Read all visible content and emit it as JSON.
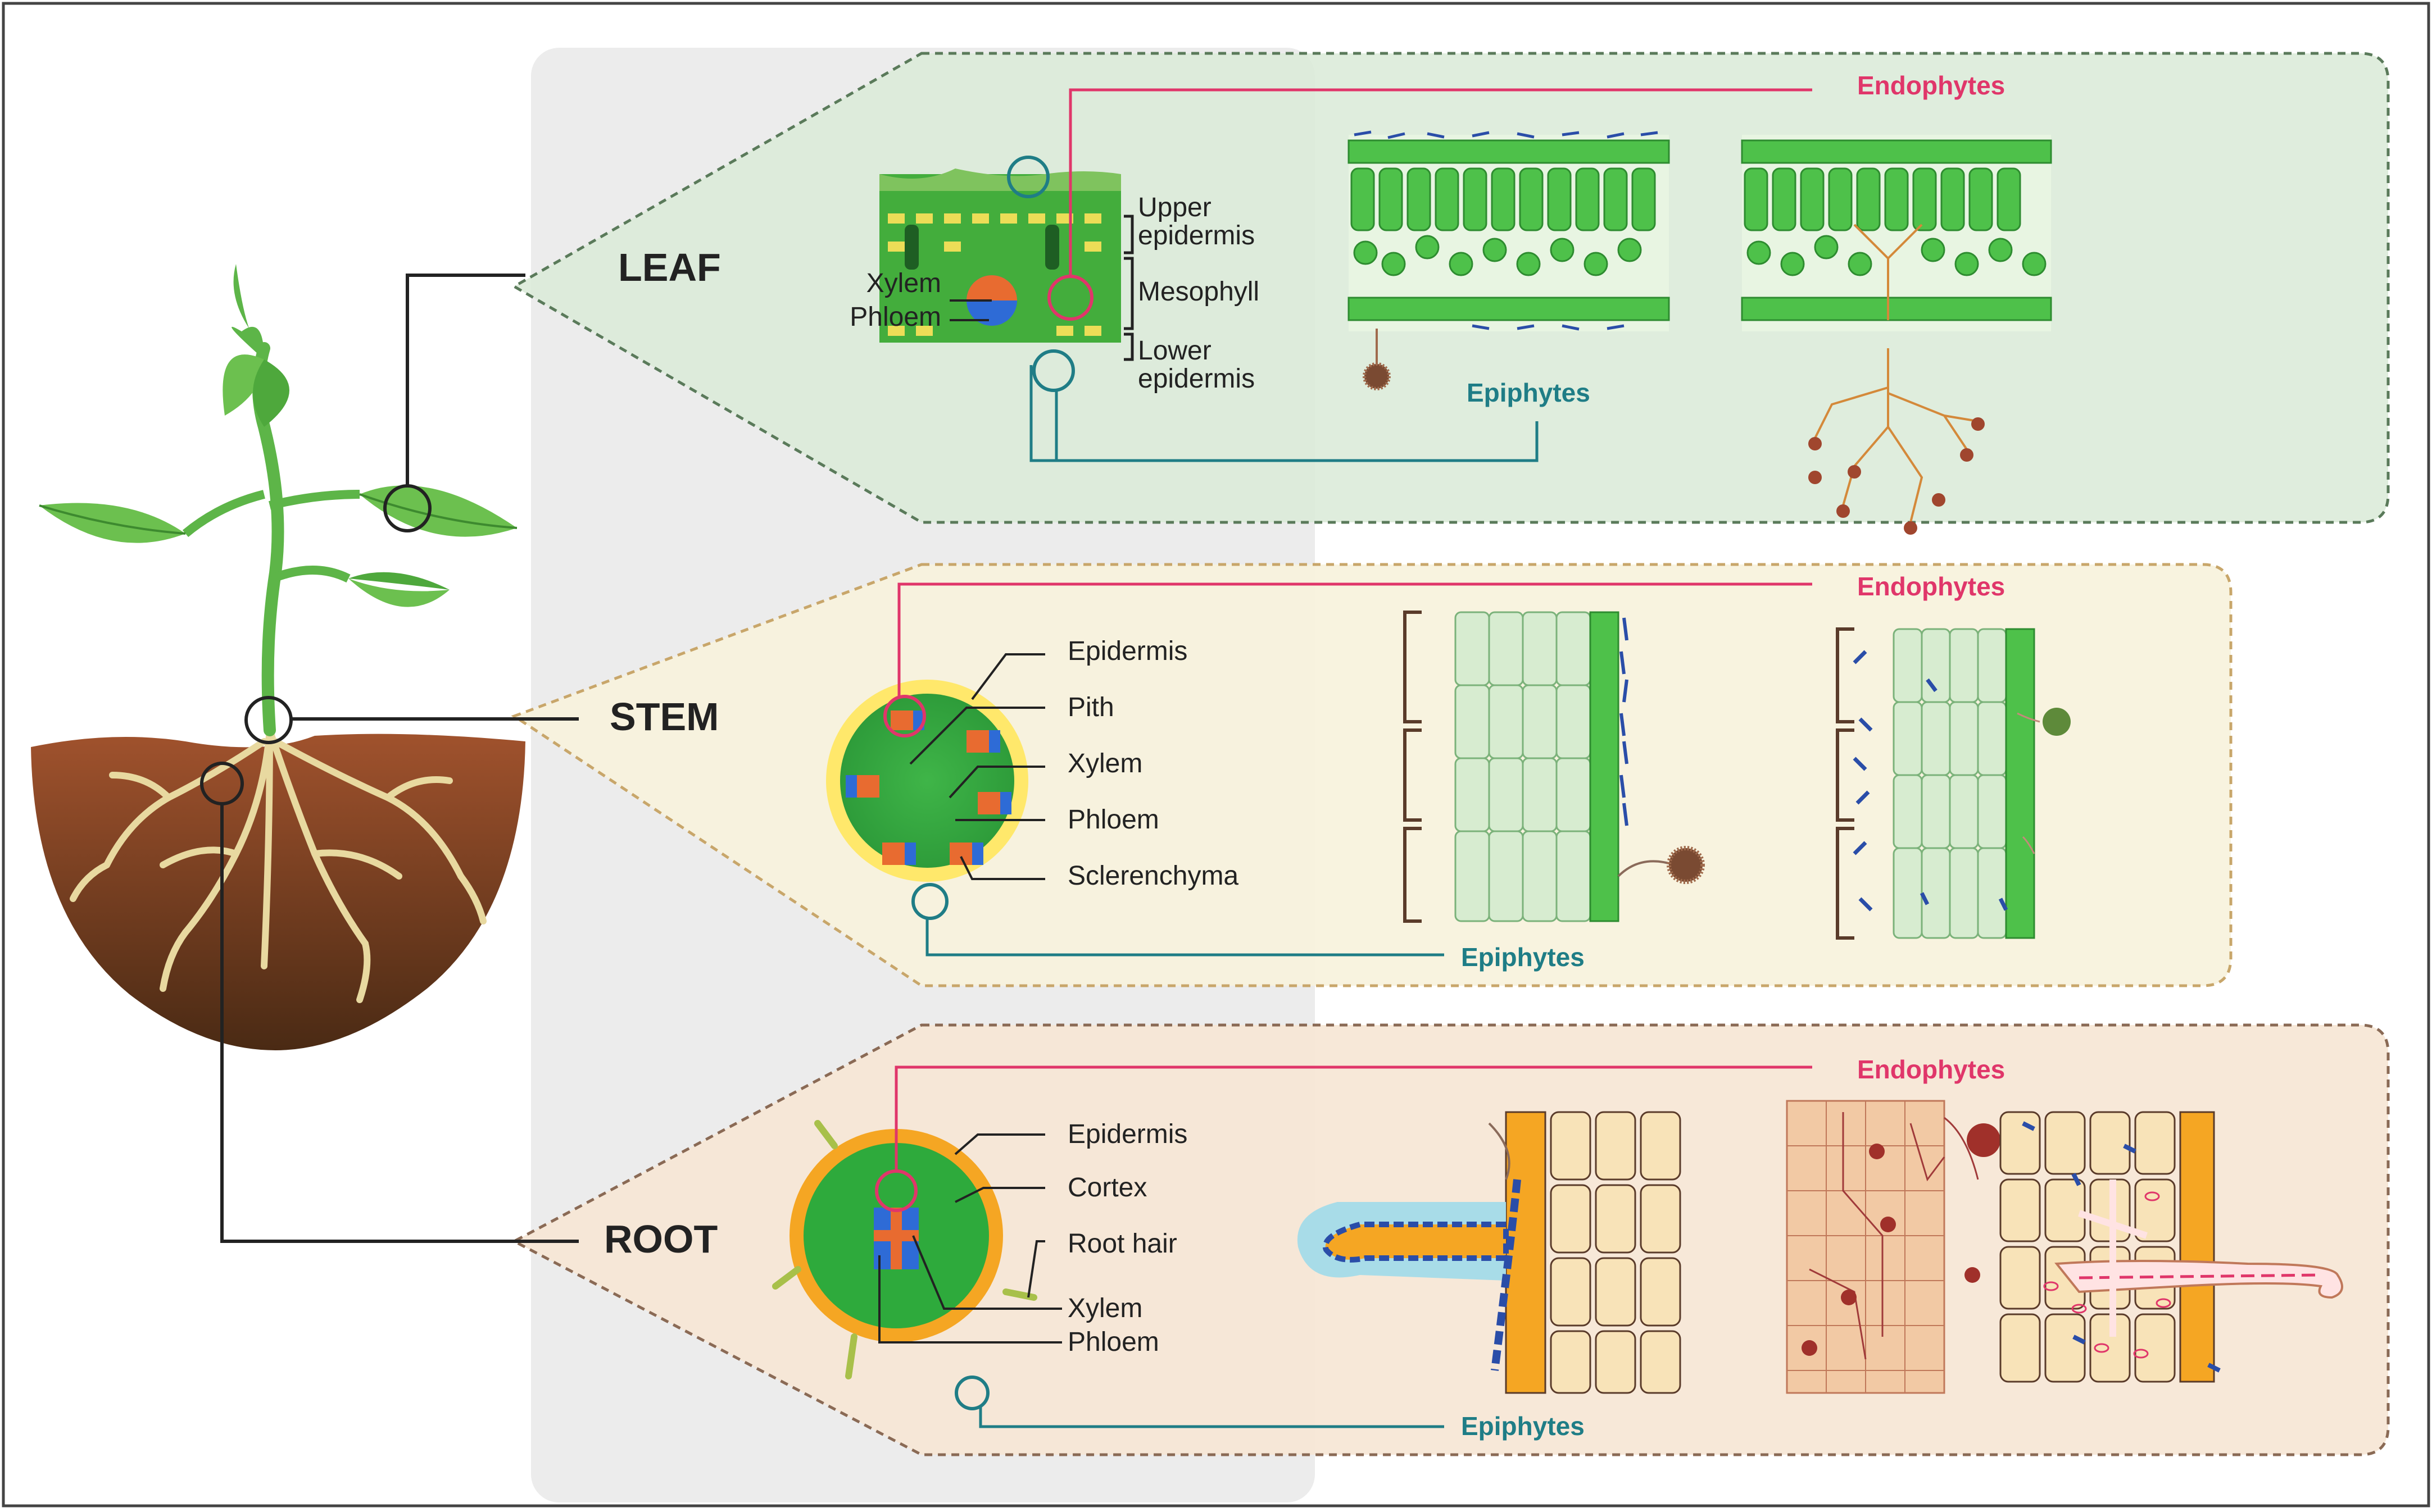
{
  "organs": {
    "leaf": "LEAF",
    "stem": "STEM",
    "root": "ROOT"
  },
  "leaf_panel": {
    "labels": [
      "Upper",
      "epidermis",
      "Mesophyll",
      "Lower",
      "epidermis",
      "Xylem",
      "Phloem"
    ],
    "endophytes": "Endophytes",
    "epiphytes": "Epiphytes"
  },
  "stem_panel": {
    "labels": [
      "Epidermis",
      "Pith",
      "Xylem",
      "Phloem",
      "Sclerenchyma"
    ],
    "endophytes": "Endophytes",
    "epiphytes": "Epiphytes"
  },
  "root_panel": {
    "labels": [
      "Epidermis",
      "Cortex",
      "Root hair",
      "Xylem",
      "Phloem"
    ],
    "endophytes": "Endophytes",
    "epiphytes": "Epiphytes"
  },
  "colors": {
    "leaf_bg": "#dcebd9",
    "stem_bg": "#f7f2dc",
    "root_bg": "#f6e6d5",
    "endophyte_line": "#e0366a",
    "epiphyte_line": "#1f7d86",
    "soil": "#6b3a1c"
  }
}
